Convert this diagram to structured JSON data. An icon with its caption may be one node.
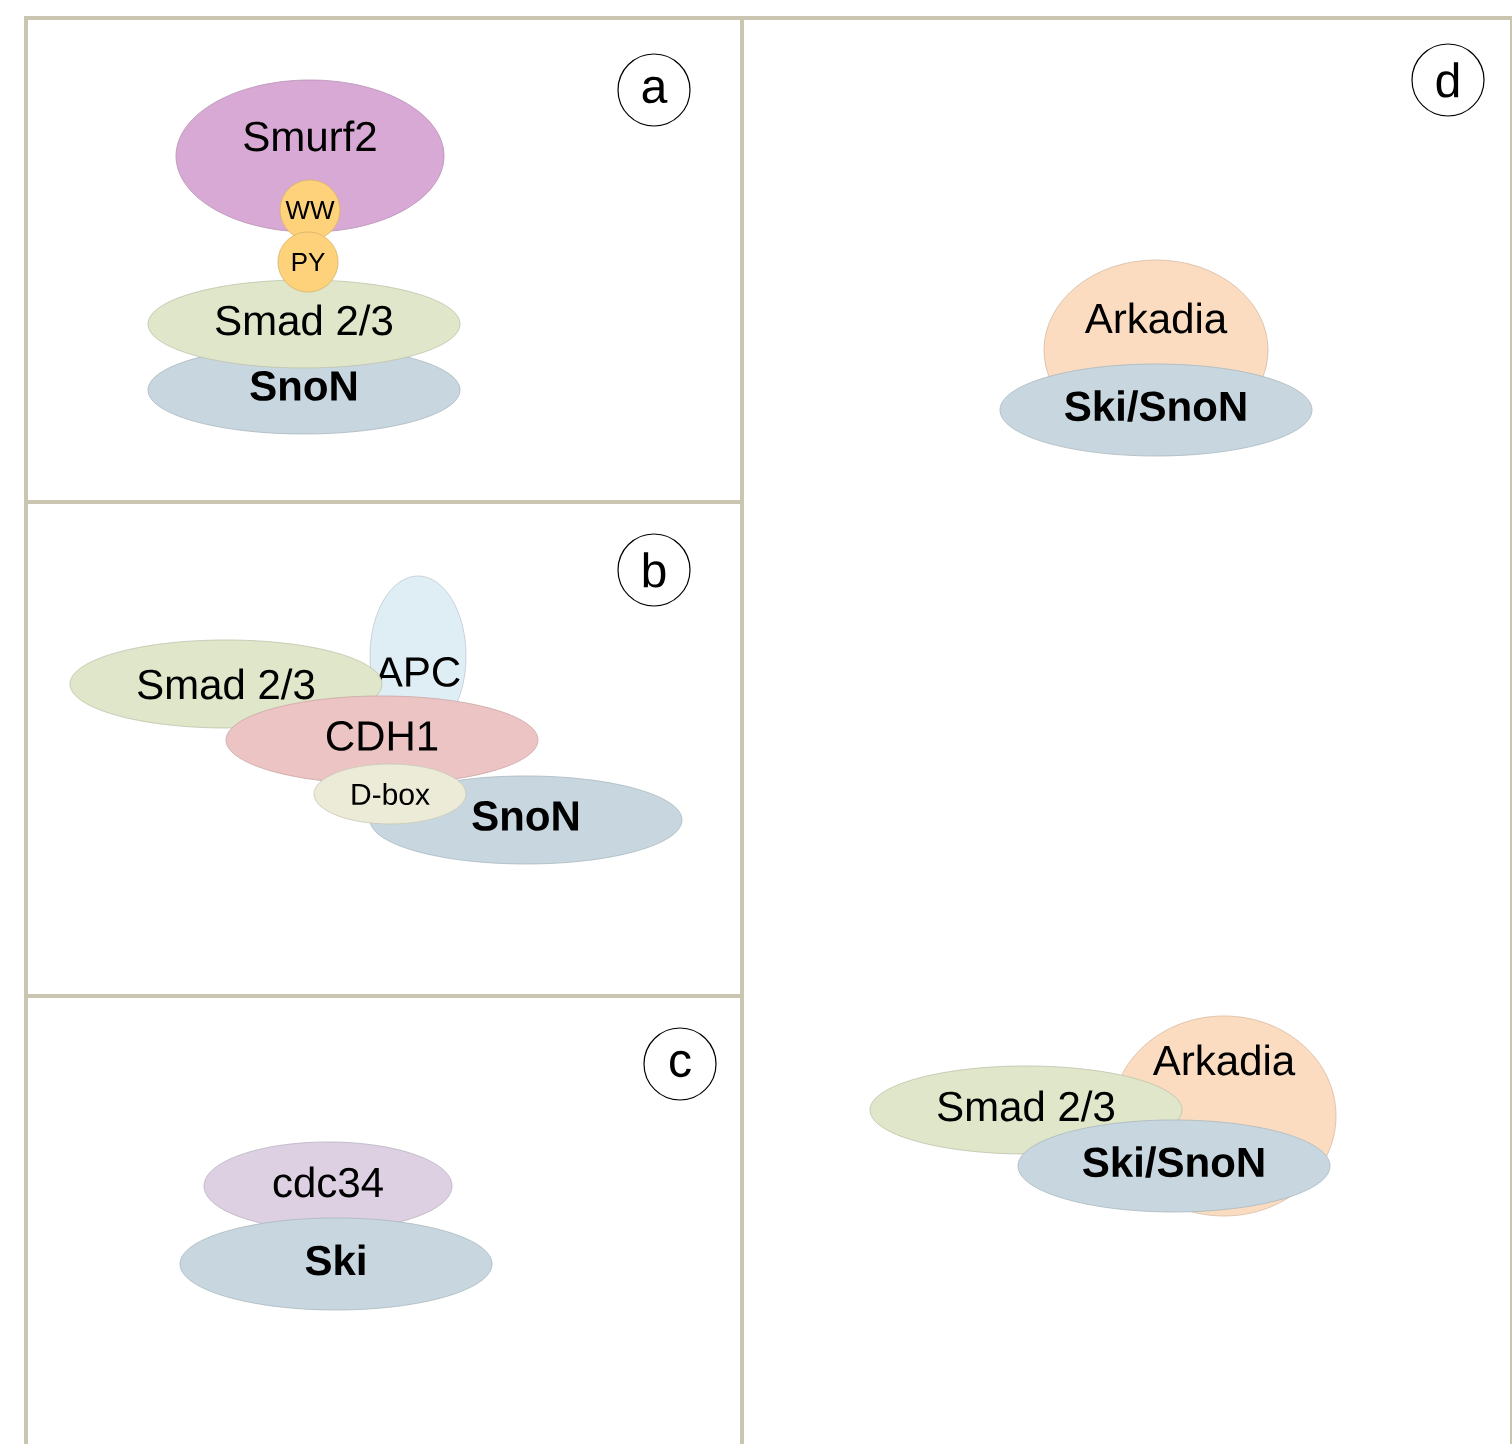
{
  "diagram": {
    "nodes": [
      {
        "text": [],
        "shape": "box"
      },
      {
        "text": [
          "a"
        ],
        "in": 0
      },
      {
        "text": [
          "Smurf2"
        ],
        "in": 0
      },
      {
        "text": [
          "WW"
        ],
        "in": 0
      },
      {
        "text": [
          "PY"
        ],
        "in": 0
      },
      {
        "text": [
          "Smad 2/3"
        ],
        "in": 0
      },
      {
        "text": [
          "SnoN"
        ],
        "in": 0
      },
      {
        "text": [],
        "shape": "box"
      },
      {
        "text": [
          "b"
        ],
        "in": 7
      },
      {
        "text": [
          "APC"
        ],
        "in": 7
      },
      {
        "text": [
          "Smad 2/3"
        ],
        "in": 7
      },
      {
        "text": [
          "CDH1"
        ],
        "in": 7
      },
      {
        "text": [
          "D-box"
        ],
        "in": 7
      },
      {
        "text": [
          "SnoN"
        ],
        "in": 7
      },
      {
        "text": [],
        "shape": "box"
      },
      {
        "text": [
          "c"
        ],
        "in": 14
      },
      {
        "text": [
          "cdc34"
        ],
        "in": 14
      },
      {
        "text": [
          "Ski"
        ],
        "in": 14
      },
      {
        "text": [],
        "shape": "box"
      },
      {
        "text": [
          "d"
        ],
        "in": 18
      },
      {
        "text": [
          "Arkadia"
        ],
        "in": 18
      },
      {
        "text": [
          "Ski/SnoN"
        ],
        "in": 18
      },
      {
        "text": [
          "Arkadia"
        ],
        "in": 18
      },
      {
        "text": [
          "Smad 2/3"
        ],
        "in": 18
      },
      {
        "text": [
          "Ski/SnoN"
        ],
        "in": 18
      }
    ]
  }
}
